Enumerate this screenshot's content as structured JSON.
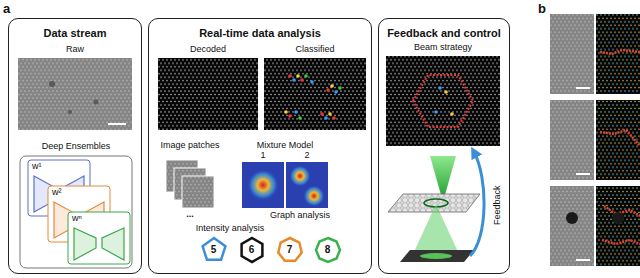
{
  "diagram": {
    "nodes": [
      {
        "text": [
          "Data stream"
        ]
      },
      {
        "text": [
          "Real-time data analysis"
        ]
      },
      {
        "text": [
          "Feedback and control"
        ]
      },
      {
        "text": [
          "5"
        ],
        "in": 1
      },
      {
        "text": [
          "6"
        ],
        "in": 1
      },
      {
        "text": [
          "7"
        ],
        "in": 1
      },
      {
        "text": [
          "8"
        ],
        "in": 1
      }
    ],
    "labels": [
      "a",
      "Raw",
      "Deep Ensembles",
      "w¹",
      "w²",
      "wⁿ",
      "Decoded",
      "Classified",
      "Image patches",
      "Mixture Model",
      "1",
      "2",
      "...",
      "Graph analysis",
      "Intensity analysis",
      "Beam strategy",
      "Feedback",
      "b"
    ]
  }
}
